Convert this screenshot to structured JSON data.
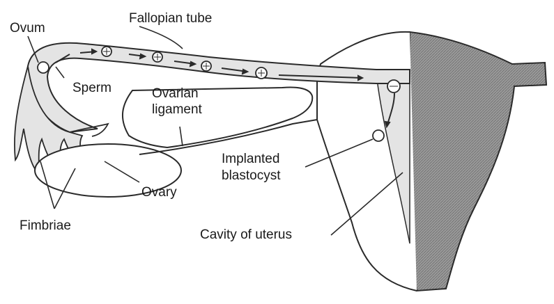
{
  "colors": {
    "stroke": "#2a2a2a",
    "tube_fill": "#e4e4e4",
    "uterus_shade": "#9a9a9a",
    "background": "#ffffff"
  },
  "labels": {
    "ovum": "Ovum",
    "fallopian_tube": "Fallopian tube",
    "sperm": "Sperm",
    "ovarian_ligament_line1": "Ovarian",
    "ovarian_ligament_line2": "ligament",
    "implanted_blastocyst_line1": "Implanted",
    "implanted_blastocyst_line2": "blastocyst",
    "ovary": "Ovary",
    "fimbriae": "Fimbriae",
    "cavity_of_uterus": "Cavity of uterus"
  }
}
